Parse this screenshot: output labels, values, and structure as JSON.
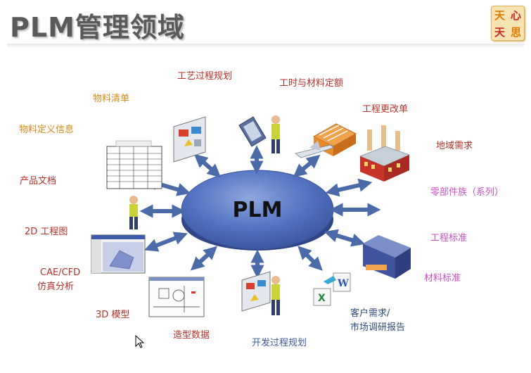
{
  "title": "PLM管理领域",
  "logo": {
    "chars": [
      "天",
      "心",
      "天",
      "思"
    ]
  },
  "center": {
    "label": "PLM"
  },
  "labels": {
    "process_planning": "工艺过程规划",
    "bom": "物料清单",
    "labor_material_quota": "工时与材料定额",
    "material_definition": "物料定义信息",
    "engineering_change": "工程更改单",
    "regional_demand": "地域需求",
    "product_docs": "产品文档",
    "part_family": "零部件族（系列）",
    "drawing_2d": "2D 工程图",
    "engineering_standards": "工程标准",
    "cae_cfd_line1": "CAE/CFD",
    "cae_cfd_line2": "仿真分析",
    "material_standards": "材料标准",
    "model_3d": "3D 模型",
    "styling_data": "造型数据",
    "dev_process_planning": "开发过程规划",
    "customer_demand_line1": "客户需求/",
    "customer_demand_line2": "市场调研报告"
  },
  "colors": {
    "red": "#b5322a",
    "orange": "#d9891a",
    "pink": "#cc4fc0",
    "blue": "#3d5c9e",
    "ellipse": "#4f6fbf",
    "arrow": "#4a6aa8"
  },
  "icons": [
    "bom-sheet-icon",
    "presentation-board-icon",
    "pda-person-icon",
    "factory-airplane-icon",
    "industrial-plant-icon",
    "person-icon",
    "cad-screenshot-icon",
    "server-box-icon",
    "drawing-sheet-icon",
    "presentation-person-icon",
    "word-excel-icon",
    "mouse-cursor-icon"
  ]
}
